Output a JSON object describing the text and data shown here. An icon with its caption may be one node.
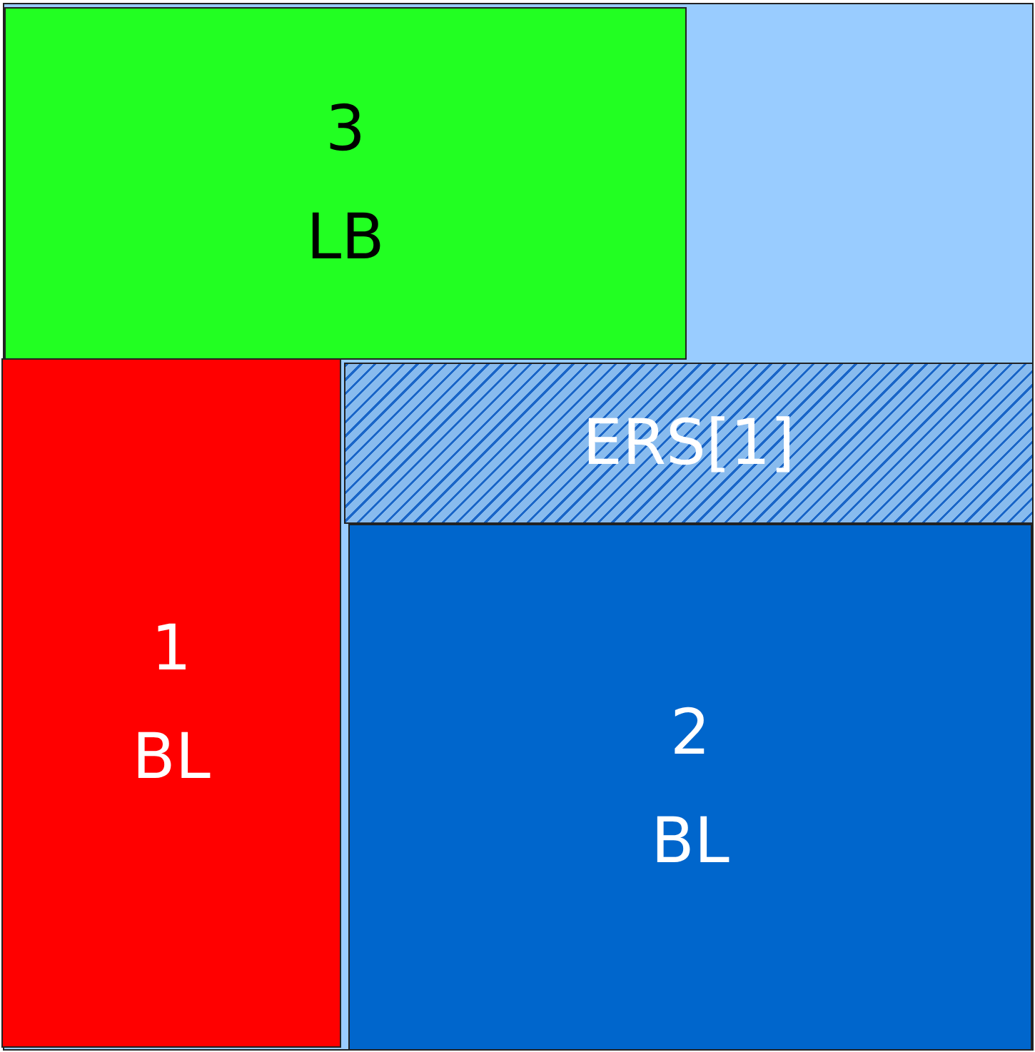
{
  "diagram": {
    "nodes": [
      {
        "text": [],
        "shape": "box"
      },
      {
        "text": [
          "3",
          "LB"
        ],
        "in": 0
      },
      {
        "text": [
          "1",
          "BL"
        ],
        "in": 0
      },
      {
        "text": [
          "ERS[1]"
        ],
        "in": 0
      },
      {
        "text": [
          "2",
          "BL"
        ],
        "in": 0
      }
    ]
  }
}
